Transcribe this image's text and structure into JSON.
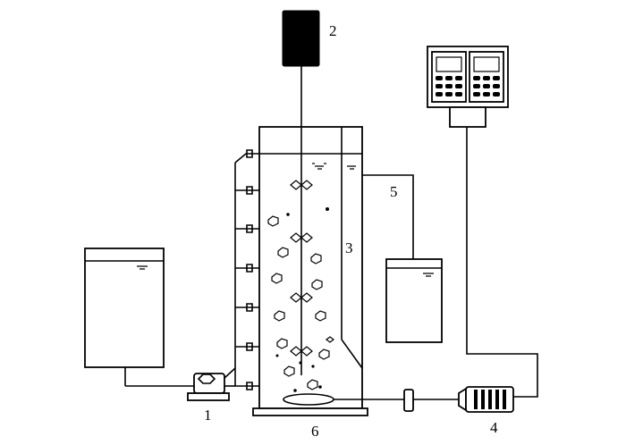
{
  "labels": {
    "pump": "1",
    "motor": "2",
    "baffle": "3",
    "air_compressor": "4",
    "effluent": "5",
    "aerator": "6"
  },
  "colors": {
    "stroke": "#000000",
    "background": "#ffffff"
  }
}
